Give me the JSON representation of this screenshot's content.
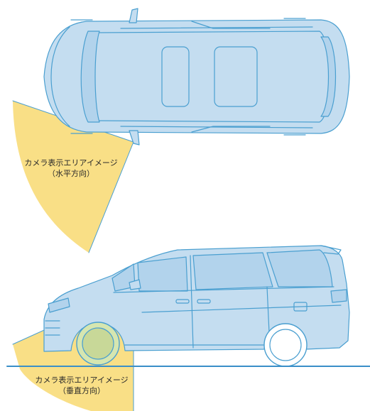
{
  "diagram": {
    "top_view": {
      "area_label": "カメラ表示エリアイメージ",
      "direction_label": "（水平方向）"
    },
    "side_view": {
      "area_label": "カメラ表示エリアイメージ",
      "direction_label": "（垂直方向）"
    }
  },
  "colors": {
    "camera_area": "#f9df86",
    "car_fill": "#c4ddf0",
    "car_stroke": "#4a9fd0",
    "ground_line": "#3a8fc8",
    "label_text": "#2a2a2a"
  }
}
